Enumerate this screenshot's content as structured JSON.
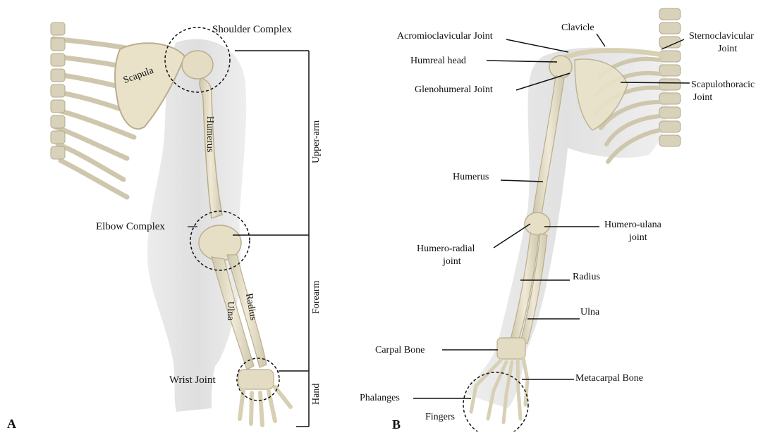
{
  "panel_a": {
    "letter": "A",
    "labels": {
      "shoulder_complex": "Shoulder Complex",
      "scapula": "Scapula",
      "humerus": "Humerus",
      "elbow_complex": "Elbow Complex",
      "ulna": "Ulna",
      "radius": "Radius",
      "wrist_joint": "Wrist Joint",
      "upper_arm": "Upper-arm",
      "forearm": "Forearm",
      "hand": "Hand"
    }
  },
  "panel_b": {
    "letter": "B",
    "labels": {
      "acromioclavicular_joint": "Acromioclavicular Joint",
      "clavicle": "Clavicle",
      "sternoclavicular_joint_1": "Sternoclavicular",
      "sternoclavicular_joint_2": "Joint",
      "humreal_head": "Humreal head",
      "glenohumeral_joint": "Glenohumeral Joint",
      "scapulothoracic_joint_1": "Scapulothoracic",
      "scapulothoracic_joint_2": "Joint",
      "humerus": "Humerus",
      "humero_ulana_joint_1": "Humero-ulana",
      "humero_ulana_joint_2": "joint",
      "humero_radial_joint_1": "Humero-radial",
      "humero_radial_joint_2": "joint",
      "radius": "Radius",
      "ulna": "Ulna",
      "carpal_bone": "Carpal Bone",
      "metacarpal_bone": "Metacarpal Bone",
      "phalanges": "Phalanges",
      "fingers": "Fingers"
    }
  },
  "colors": {
    "bone": "#e6dfc8",
    "bone_shadow": "#c9c0a4",
    "soft_tissue": "#d8d8d8",
    "line": "#111111"
  }
}
